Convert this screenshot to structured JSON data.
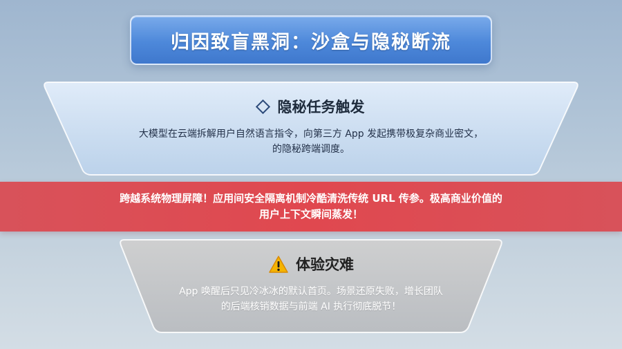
{
  "title": "归因致盲黑洞：沙盒与隐秘断流",
  "trigger": {
    "heading": "隐秘任务触发",
    "icon": "diamond-icon",
    "lines": [
      "大模型在云端拆解用户自然语言指令，向第三方 App 发起携带极复杂商业密文，",
      "的隐秘跨端调度。"
    ]
  },
  "barrier": {
    "lines": [
      "跨越系统物理屏障！应用间安全隔离机制冷酷清洗传统 URL 传参。极高商业价值的",
      "用户上下文瞬间蒸发！"
    ],
    "color": "#e0484f"
  },
  "disaster": {
    "heading": "体验灾难",
    "icon": "warning-icon",
    "lines": [
      "App 唤醒后只见冷冰冰的默认首页。场景还原失败，增长团队",
      "的后端核销数据与前端 AI 执行彻底脱节！"
    ]
  }
}
